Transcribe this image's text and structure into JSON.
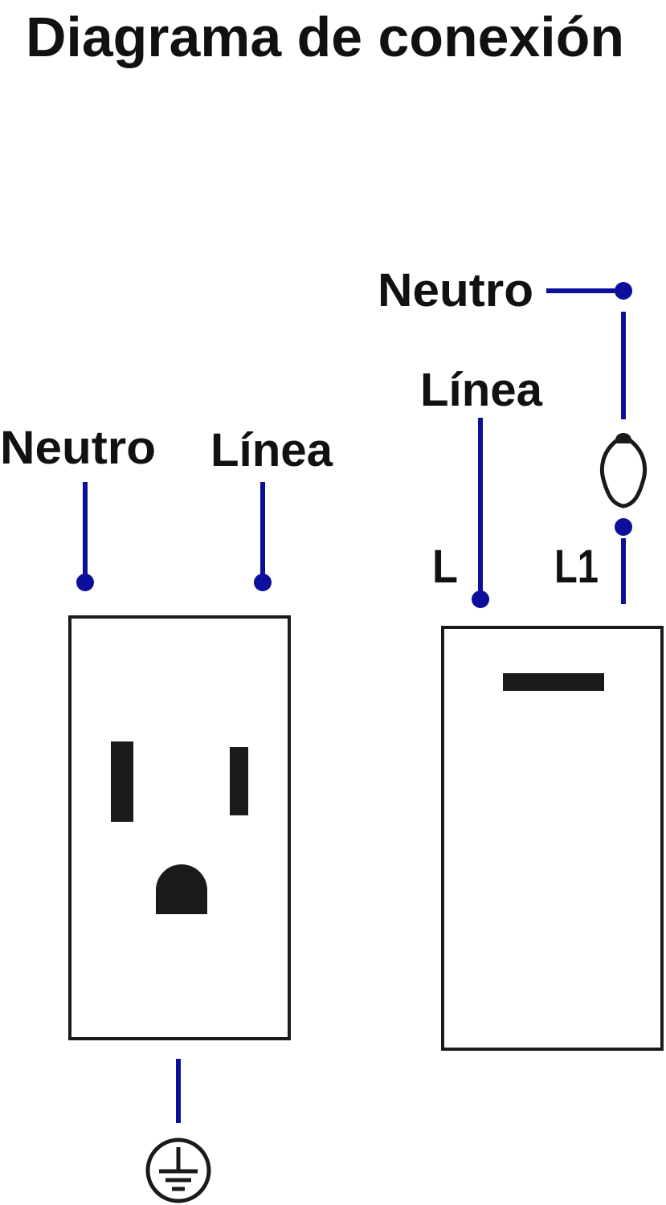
{
  "title": "Diagrama de conexión",
  "outlet": {
    "neutral_label": "Neutro",
    "line_label": "Línea",
    "ground_symbol": "ground-icon"
  },
  "switch": {
    "line_label": "Línea",
    "load_neutral_label": "Neutro",
    "terminal_l_label": "L",
    "terminal_l1_label": "L1",
    "lamp_symbol": "light-bulb-icon"
  },
  "colors": {
    "wire": "#0b0f9c",
    "outline": "#1a1a1a",
    "text": "#111111"
  }
}
